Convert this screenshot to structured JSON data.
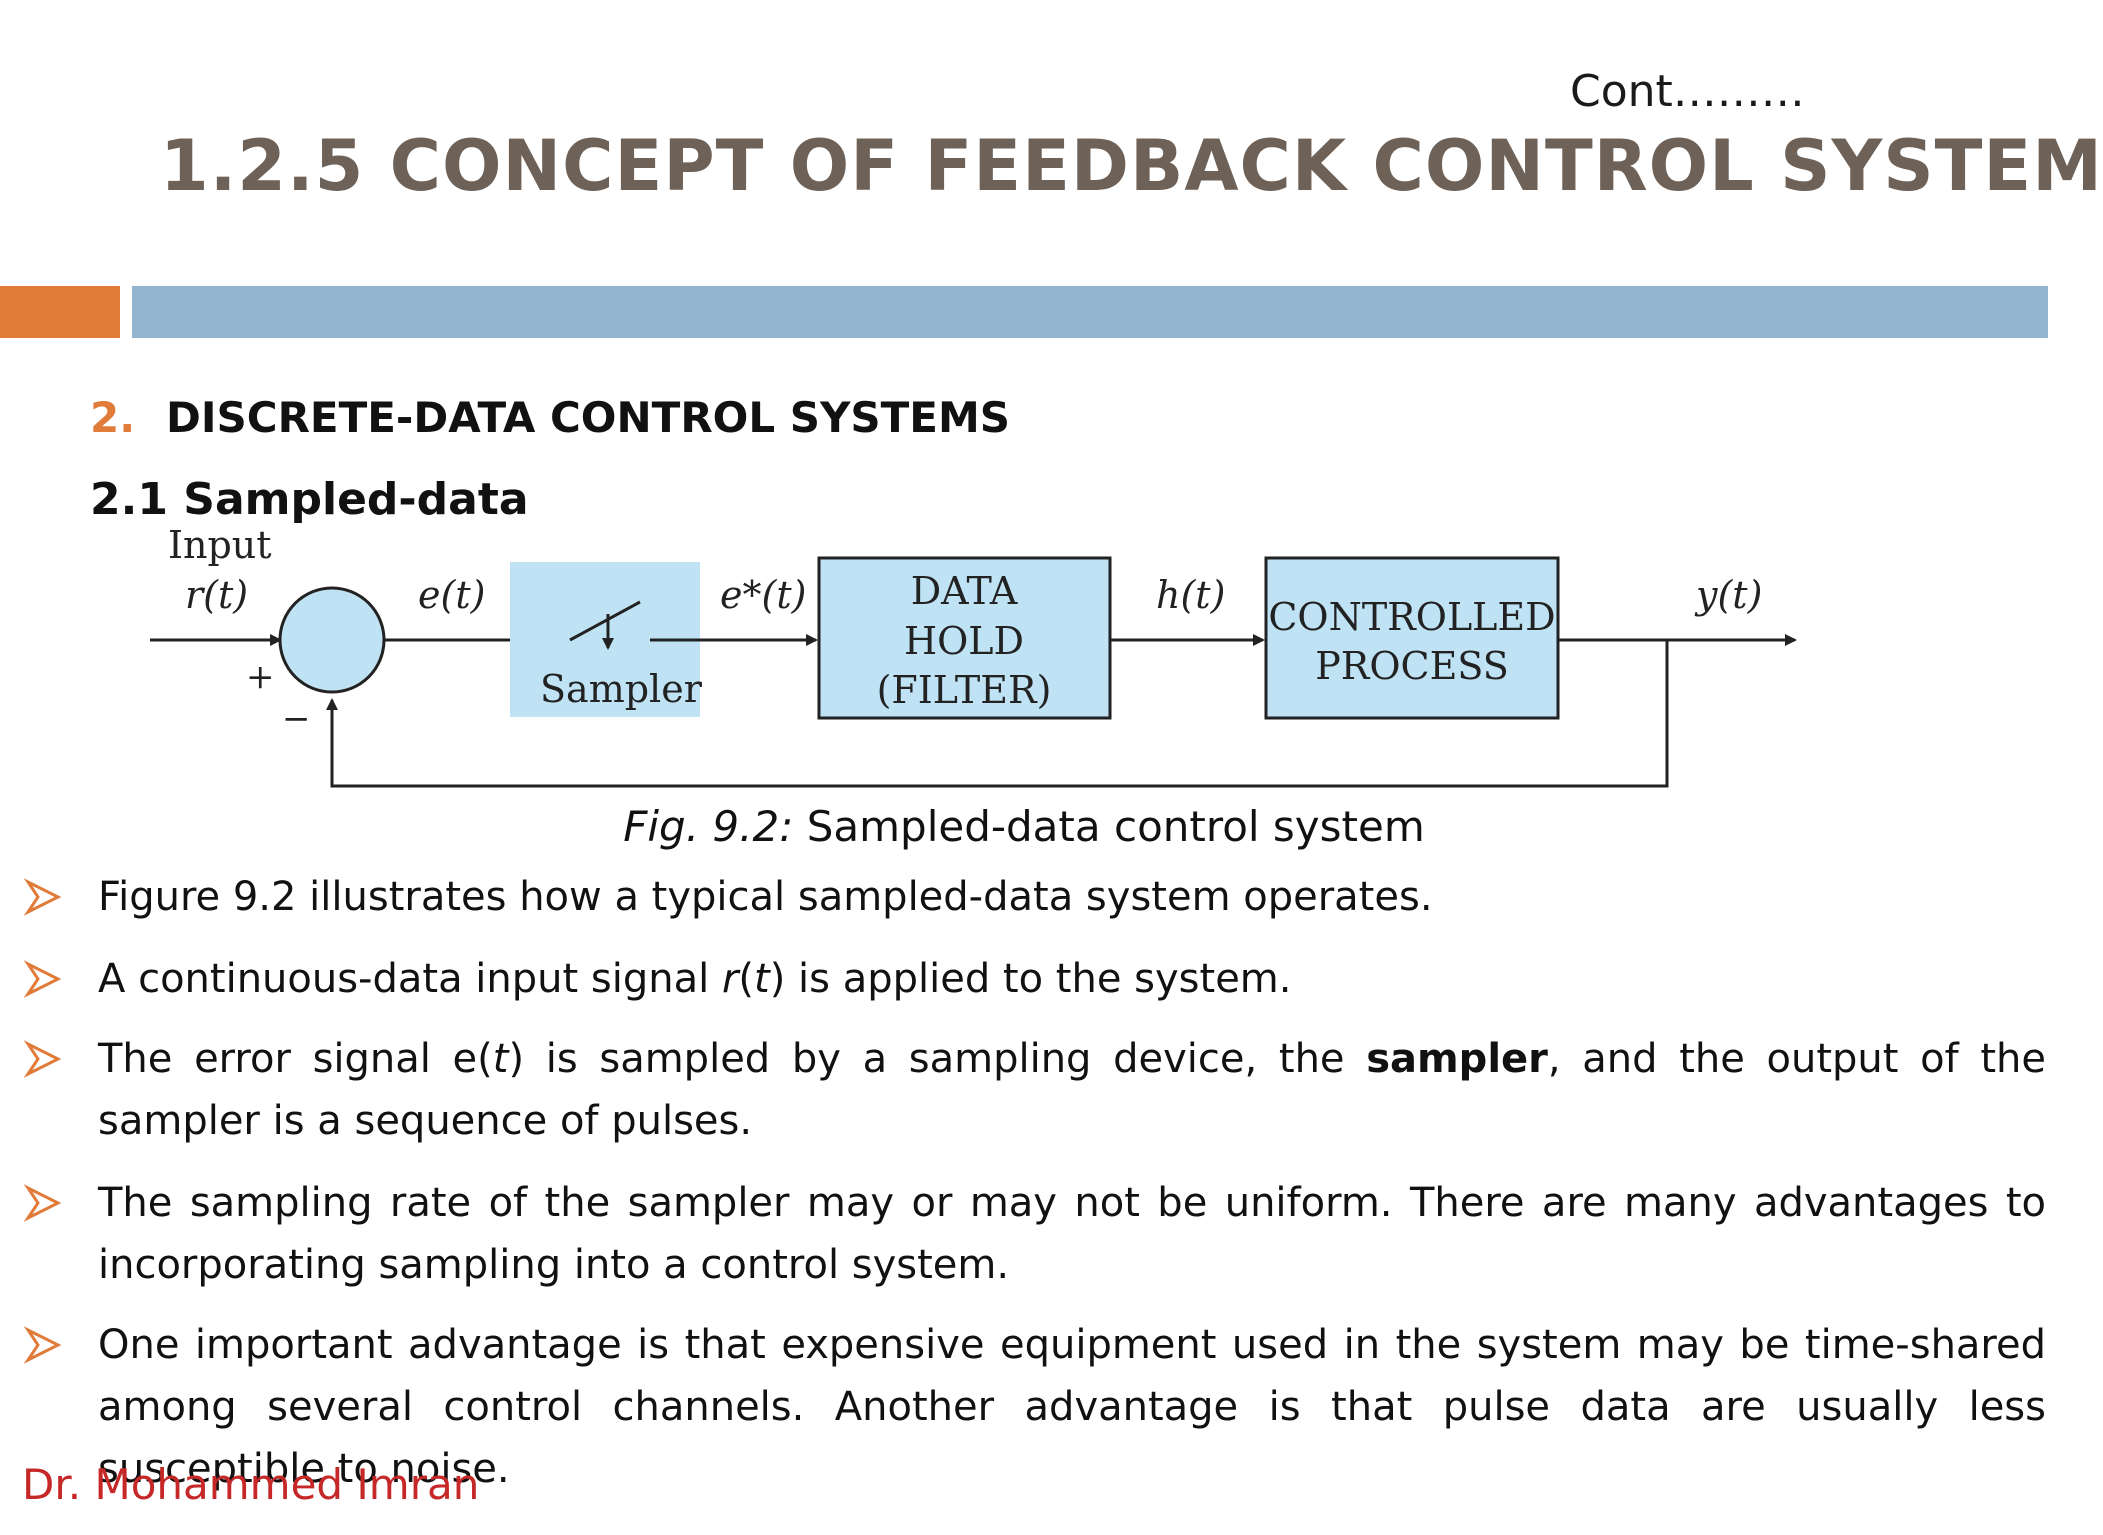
{
  "header": {
    "cont": "Cont………",
    "title": "1.2.5 CONCEPT OF FEEDBACK CONTROL SYSTEM"
  },
  "section": {
    "number": "2.",
    "title": "DISCRETE-DATA CONTROL SYSTEMS",
    "subtitle": "2.1 Sampled-data"
  },
  "diagram": {
    "input_label": "Input",
    "r_label": "r(t)",
    "plus": "+",
    "minus": "−",
    "e_label": "e(t)",
    "sampler_label": "Sampler",
    "estar_label": "e*(t)",
    "hold_line1": "DATA",
    "hold_line2": "HOLD",
    "hold_line3": "(FILTER)",
    "h_label": "h(t)",
    "process_line1": "CONTROLLED",
    "process_line2": "PROCESS",
    "y_label": "y(t)"
  },
  "caption": {
    "prefix": "Fig. 9.2:",
    "text": " Sampled-data control system"
  },
  "bullets": {
    "b1": "Figure 9.2  illustrates how a typical sampled-data system operates.",
    "b2_pre": "A continuous-data input signal ",
    "b2_var": "r",
    "b2_post": " is applied to the system.",
    "b3_pre": "The error signal e(",
    "b3_var": "t",
    "b3_mid": ") is sampled by a sampling device, the ",
    "b3_bold": "sampler",
    "b3_post": ", and the output of the sampler is a sequence of pulses.",
    "b4": "The sampling rate of the sampler may or may not be uniform. There are many advantages to incorporating sampling into a control system.",
    "b5": "One important advantage is that expensive equipment used in the system may be time-shared among several control channels. Another advantage is that pulse data are usually less susceptible to noise."
  },
  "footer": {
    "author": "Dr. Mohammed Imran"
  },
  "colors": {
    "title": "#6e6157",
    "accent_orange": "#e07b39",
    "accent_blue": "#93b4cf",
    "block_fill": "#bfe3f4",
    "author": "#c62828"
  }
}
